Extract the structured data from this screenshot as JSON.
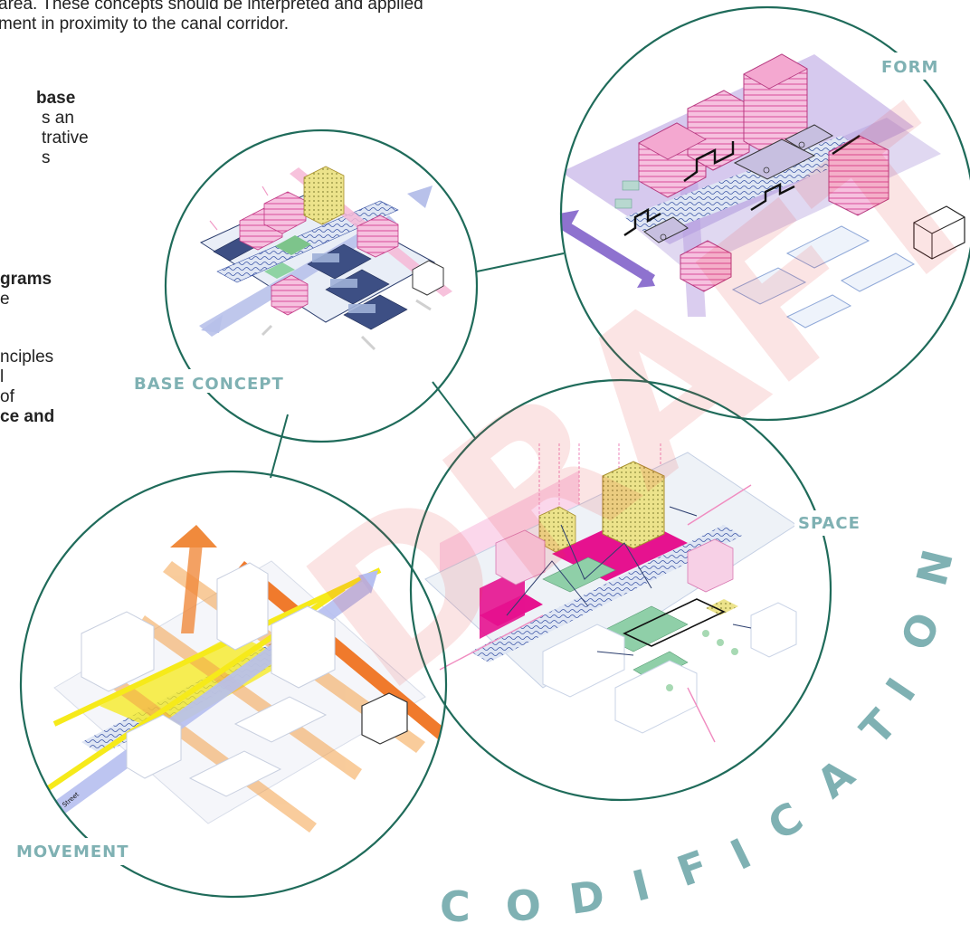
{
  "intro": {
    "line1": "area. These concepts should be interpreted and applied",
    "line2": "ment in proximity to the canal corridor."
  },
  "side_text": [
    {
      "text": "base",
      "bold": true
    },
    {
      "text": "s an",
      "bold": false
    },
    {
      "text": "trative",
      "bold": false
    },
    {
      "text": "s",
      "bold": false
    },
    {
      "text": "grams",
      "bold": true
    },
    {
      "text": "e",
      "bold": false
    },
    {
      "text": "nciples",
      "bold": false
    },
    {
      "text": "l",
      "bold": false
    },
    {
      "text": "of",
      "bold": false
    },
    {
      "text": "ce and",
      "bold": true
    }
  ],
  "circles": {
    "base": {
      "label": "BASE CONCEPT"
    },
    "form": {
      "label": "FORM"
    },
    "space": {
      "label": "SPACE"
    },
    "movement": {
      "label": "MOVEMENT"
    }
  },
  "codification": {
    "letters": [
      "C",
      "O",
      "D",
      "I",
      "F",
      "I",
      "C",
      "A",
      "T",
      "I",
      "O",
      "N"
    ]
  },
  "watermark": {
    "text": "DRAFT"
  },
  "movement_arrow_label": "To Lazy Street",
  "colors": {
    "ring": "#1f6b5a",
    "label": "#7fb1b3",
    "pink": "#e94fa8",
    "magenta": "#e6128f",
    "purple": "#9b7fd4",
    "yellow": "#f6ea1a",
    "orange": "#f08a3c",
    "navy": "#2c3e6e",
    "watermark": "#e83a3a"
  }
}
